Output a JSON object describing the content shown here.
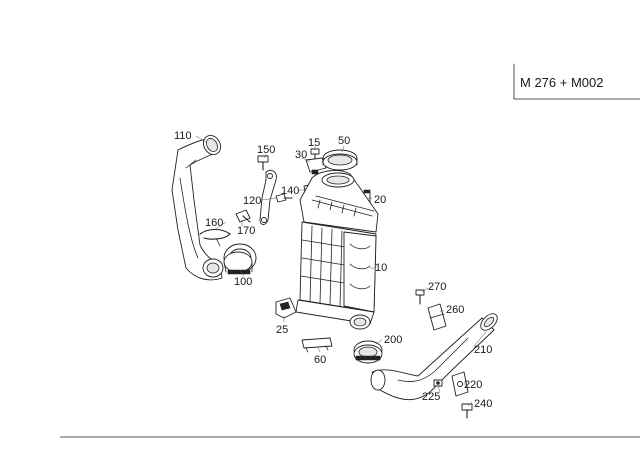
{
  "model_code": "M 276 + M002",
  "parts": [
    {
      "id": "p110",
      "num": "110"
    },
    {
      "id": "p150",
      "num": "150"
    },
    {
      "id": "p15",
      "num": "15"
    },
    {
      "id": "p50",
      "num": "50"
    },
    {
      "id": "p30",
      "num": "30"
    },
    {
      "id": "p140",
      "num": "140"
    },
    {
      "id": "p120",
      "num": "120"
    },
    {
      "id": "p20",
      "num": "20"
    },
    {
      "id": "p160",
      "num": "160"
    },
    {
      "id": "p170",
      "num": "170"
    },
    {
      "id": "p10",
      "num": "10"
    },
    {
      "id": "p100",
      "num": "100"
    },
    {
      "id": "p270",
      "num": "270"
    },
    {
      "id": "p260",
      "num": "260"
    },
    {
      "id": "p25",
      "num": "25"
    },
    {
      "id": "p200",
      "num": "200"
    },
    {
      "id": "p210",
      "num": "210"
    },
    {
      "id": "p60",
      "num": "60"
    },
    {
      "id": "p220",
      "num": "220"
    },
    {
      "id": "p225",
      "num": "225"
    },
    {
      "id": "p240",
      "num": "240"
    }
  ]
}
